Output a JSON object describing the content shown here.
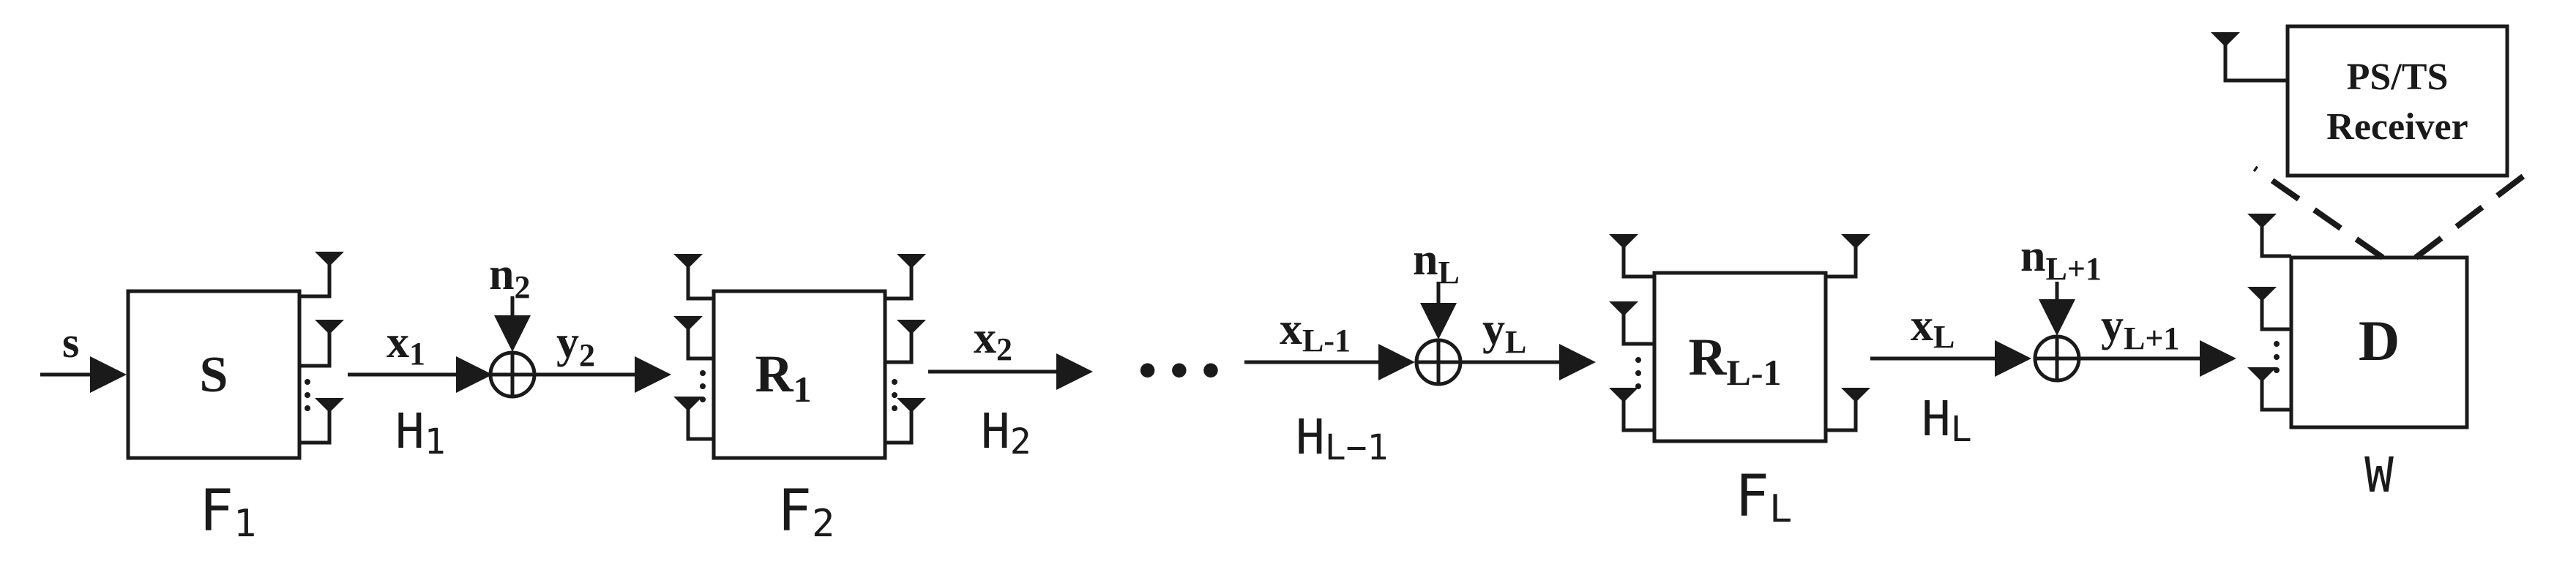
{
  "input_signal": "s",
  "source": {
    "label": "S",
    "precoder": "F",
    "precoder_sub": "1"
  },
  "hop1": {
    "x": "x",
    "x_sub": "1",
    "h": "H",
    "h_sub": "1"
  },
  "noise1": {
    "n": "n",
    "n_sub": "2",
    "y": "y",
    "y_sub": "2"
  },
  "relay1": {
    "label": "R",
    "label_sub": "1",
    "precoder": "F",
    "precoder_sub": "2"
  },
  "hop2": {
    "x": "x",
    "x_sub": "2",
    "h": "H",
    "h_sub": "2"
  },
  "ellipsis": "• • •",
  "hopLm1": {
    "x": "x",
    "x_sub": "L-1",
    "h": "H",
    "h_sub": "L−1"
  },
  "noiseL": {
    "n": "n",
    "n_sub": "L",
    "y": "y",
    "y_sub": "L"
  },
  "relayL": {
    "label": "R",
    "label_sub": "L-1",
    "precoder": "F",
    "precoder_sub": "L"
  },
  "hopL": {
    "x": "x",
    "x_sub": "L",
    "h": "H",
    "h_sub": "L"
  },
  "noiseLp1": {
    "n": "n",
    "n_sub": "L+1",
    "y": "y",
    "y_sub": "L+1"
  },
  "destination": {
    "label": "D",
    "equalizer": "W"
  },
  "receiver": {
    "line1": "PS/TS",
    "line2": "Receiver"
  }
}
